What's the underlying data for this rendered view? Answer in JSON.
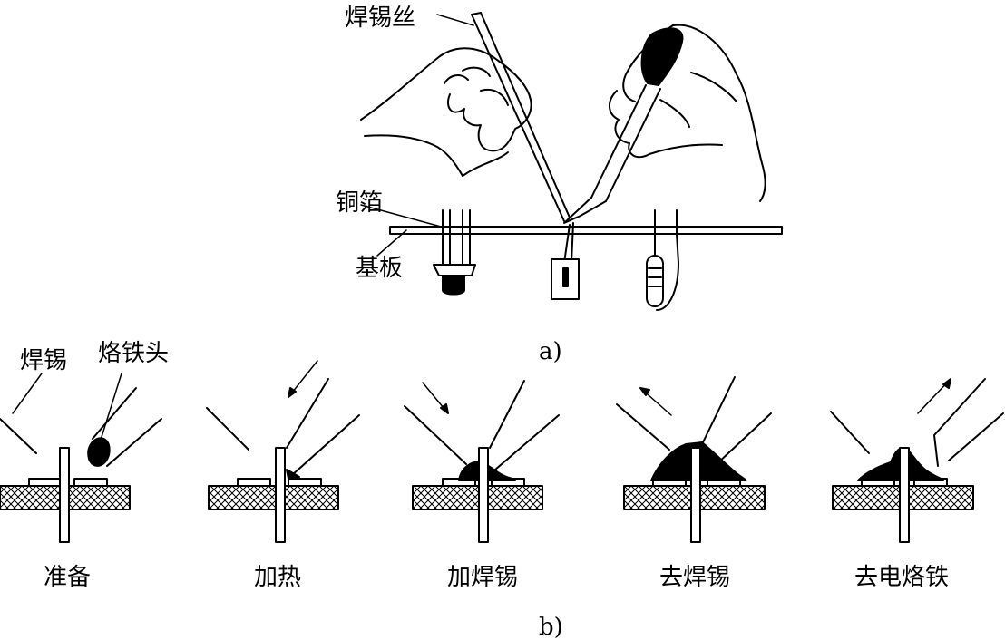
{
  "part_a": {
    "caption": "a)",
    "labels": {
      "solder_wire": "焊锡丝",
      "copper_foil": "铜箔",
      "substrate": "基板"
    }
  },
  "part_b": {
    "caption": "b)",
    "labels": {
      "solder": "焊锡",
      "iron_tip": "烙铁头"
    },
    "steps": [
      {
        "label": "准备"
      },
      {
        "label": "加热"
      },
      {
        "label": "加焊锡"
      },
      {
        "label": "去焊锡"
      },
      {
        "label": "去电烙铁"
      }
    ]
  }
}
